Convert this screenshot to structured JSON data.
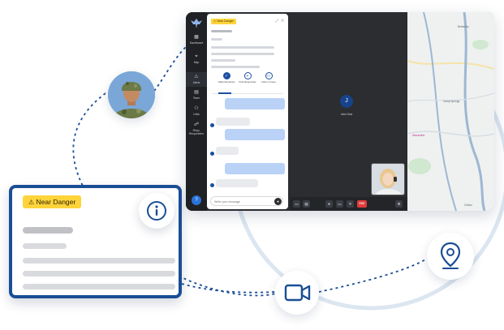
{
  "colors": {
    "brand_blue": "#1a4e95",
    "accent_blue": "#2a73d9",
    "warning_yellow": "#ffd43b",
    "ring_light": "#dce6f1",
    "end_call_red": "#e23b3b",
    "dark_ui": "#2b2d31"
  },
  "sidebar": {
    "items": [
      {
        "icon": "dashboard-icon",
        "label": "Dashboard"
      },
      {
        "icon": "map-icon",
        "label": "Map"
      },
      {
        "icon": "alerts-icon",
        "label": "Alerts"
      },
      {
        "icon": "team-icon",
        "label": "Team"
      },
      {
        "icon": "units-icon",
        "label": "Units"
      },
      {
        "icon": "responders-icon",
        "label": "Resp. Responders"
      }
    ],
    "help_icon": "help-icon",
    "help_label": "?"
  },
  "incident_panel": {
    "badge_label": "Near Danger",
    "actions": [
      {
        "icon": "check-icon",
        "glyph": "✓",
        "label": "Mark Resolved"
      },
      {
        "icon": "plus-icon",
        "glyph": "+",
        "label": "Find Responder"
      },
      {
        "icon": "group-icon",
        "glyph": "⚇",
        "label": "Inform Group"
      }
    ],
    "composer": {
      "placeholder": "Write your message",
      "mic_icon": "microphone-icon"
    }
  },
  "video_call": {
    "callee_initial": "J",
    "callee_name": "John Doe",
    "controls": [
      {
        "icon": "microphone-icon",
        "glyph": "🎙"
      },
      {
        "icon": "camera-icon",
        "glyph": "▭"
      },
      {
        "icon": "mute-icon",
        "glyph": "✕"
      },
      {
        "icon": "end-call-icon",
        "label": "END"
      },
      {
        "icon": "settings-icon",
        "glyph": "⚙"
      }
    ]
  },
  "map": {
    "labels": [
      "Bethesda",
      "Camp Springs",
      "Alexandria",
      "Clinton"
    ]
  },
  "incident_card": {
    "badge_label": "Near Danger"
  }
}
